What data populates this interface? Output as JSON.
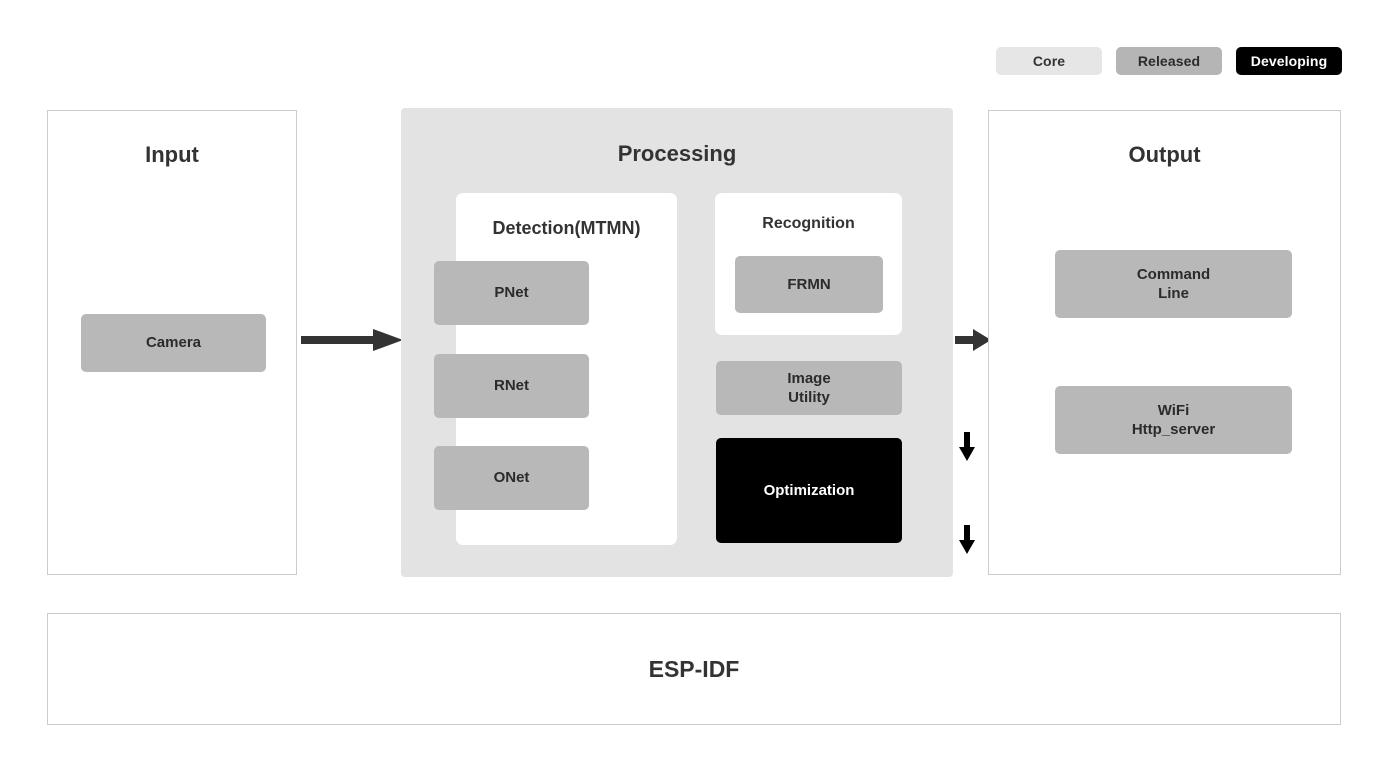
{
  "legend": {
    "items": [
      {
        "label": "Core",
        "color": "#e6e6e6",
        "name": "legend-core"
      },
      {
        "label": "Released",
        "color": "#b5b5b5",
        "name": "legend-released"
      },
      {
        "label": "Developing",
        "color": "#000000",
        "name": "legend-developing"
      }
    ]
  },
  "input": {
    "title": "Input",
    "camera": "Camera"
  },
  "processing": {
    "title": "Processing",
    "detection": {
      "title": "Detection(MTMN)",
      "stages": [
        {
          "label": "PNet",
          "status": "Released"
        },
        {
          "label": "RNet",
          "status": "Released"
        },
        {
          "label": "ONet",
          "status": "Released"
        }
      ]
    },
    "recognition": {
      "title": "Recognition",
      "model": "FRMN"
    },
    "image_utility": "Image\nUtility",
    "optimization": "Optimization"
  },
  "output": {
    "title": "Output",
    "command_line": "Command\nLine",
    "wifi_http": "WiFi\nHttp_server"
  },
  "footer": {
    "label": "ESP-IDF"
  },
  "diagram": {
    "flow": [
      {
        "from": "Input",
        "to": "Processing"
      },
      {
        "from": "Processing",
        "to": "Output"
      },
      {
        "from": "PNet",
        "to": "RNet"
      },
      {
        "from": "RNet",
        "to": "ONet"
      }
    ],
    "colors": {
      "core": "#ffffff",
      "released": "#b8b8b8",
      "developing": "#000000",
      "panel_bg": "#e3e3e3",
      "border": "#cccccc",
      "text": "#333333"
    }
  }
}
